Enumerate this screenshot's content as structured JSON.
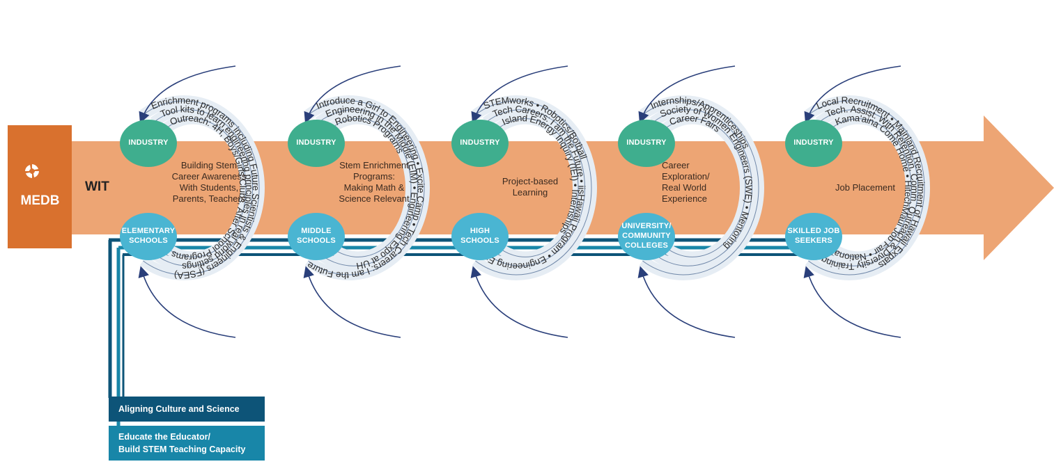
{
  "logo": {
    "text": "MEDB",
    "icon": "medb-swirl-icon"
  },
  "main_label": "WIT",
  "colors": {
    "arrow": "#eda574",
    "logo_bg": "#d9712e",
    "industry": "#3fae8e",
    "school": "#4ab5d2",
    "dark_line": "#0d5478",
    "teal_line": "#1886a8",
    "arc_fill": "#e6edf4",
    "arc_stroke": "#6f87a8"
  },
  "stages": [
    {
      "industry": "INDUSTRY",
      "school": "ELEMENTARY\nSCHOOLS",
      "description": "Building Stem\nCareer Awareness\nWith Students,\nParents, Teachers",
      "arc_lines": [
        "Enrichment programs including Future Scientists & Engineers (FSEA)",
        "Tool kits to learn engineering principles in real world settings",
        "Outreach: 4H, Boys/Girls Clubs, After School Programs"
      ]
    },
    {
      "industry": "INDUSTRY",
      "school": "MIDDLE\nSCHOOLS",
      "description": "Stem Enrichment\nPrograms:\nMaking Math &\nScience Relevant",
      "arc_lines": [
        "Introduce a Girl to Engineering • Excite Camp • Tech Careers: I am the Future",
        "Engineering in the Middle (EIM) • Engineering Expo at UH",
        "Robotics Programs"
      ]
    },
    {
      "industry": "INDUSTRY",
      "school": "HIGH\nSCHOOLS",
      "description": "Project-based\nLearning",
      "arc_lines": [
        "STEMworks • Robotics/Botball",
        "Tech Careers: I am the Future • iisHawaii Program • Engineering Expo",
        "Island Energy Inquiry (IEI) • Internships"
      ]
    },
    {
      "industry": "INDUSTRY",
      "school": "UNIVERSITY/\nCOMMUNITY\nCOLLEGES",
      "description": "Career\nExploration/\nReal World\nExperience",
      "arc_lines": [
        "Internships/Apprenticeships",
        "Society of Women Engineers (SWE) • Mentoring",
        "Career Fairs"
      ]
    },
    {
      "industry": "INDUSTRY",
      "school": "SKILLED JOB\nSEEKERS",
      "description": "Job Placement",
      "arc_lines": [
        "Local Recruitment • Mainland Recruitment of Hawaii Expats",
        "Tech. Assist. With Retention, Comm. Outreach & Diversity Training",
        "Kama'aina Come Home • HitechMaui Job Fair • National Model"
      ]
    }
  ],
  "bottom_boxes": [
    {
      "label": "Aligning Culture and Science"
    },
    {
      "label": "Educate the Educator/\nBuild STEM Teaching Capacity"
    }
  ]
}
